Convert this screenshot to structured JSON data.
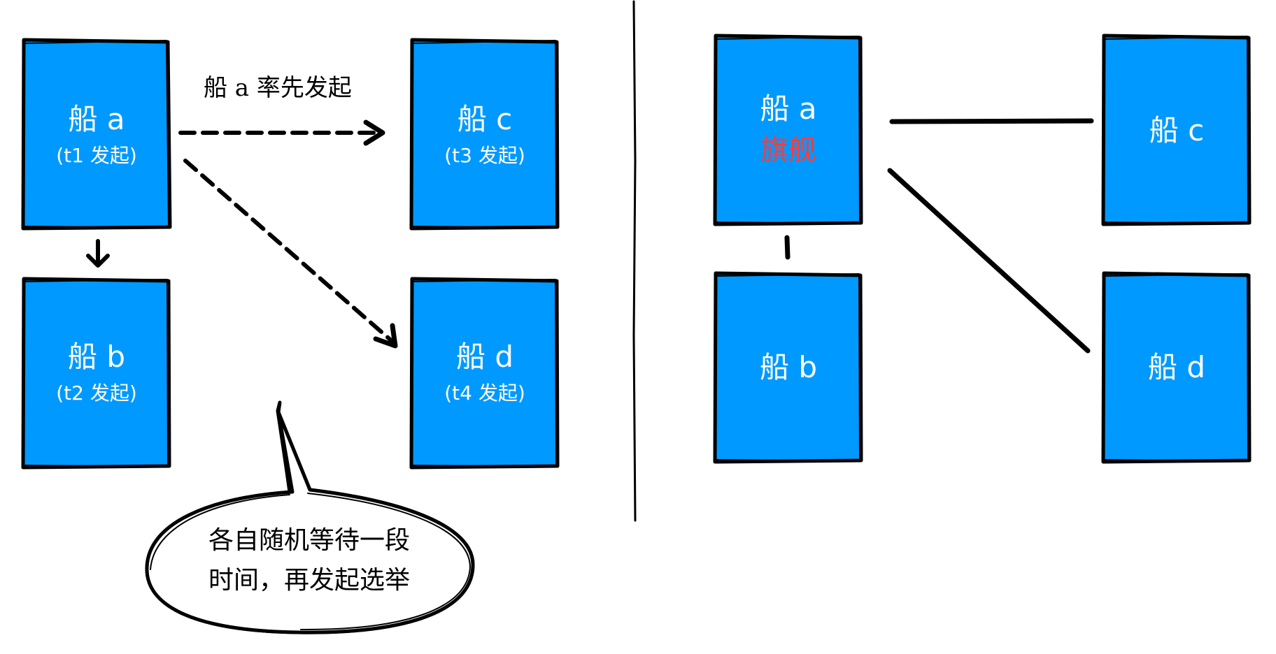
{
  "colors": {
    "box": "#0099ff",
    "flagship_label": "#ff3b3b"
  },
  "left": {
    "ships": {
      "a": {
        "name": "船 a",
        "sub": "(t1 发起)"
      },
      "b": {
        "name": "船 b",
        "sub": "(t2 发起)"
      },
      "c": {
        "name": "船 c",
        "sub": "(t3 发起)"
      },
      "d": {
        "name": "船 d",
        "sub": "(t4 发起)"
      }
    },
    "arrow_label": "船 a 率先发起",
    "bubble": {
      "line1": "各自随机等待一段",
      "line2": "时间，再发起选举"
    }
  },
  "right": {
    "ships": {
      "a": {
        "name": "船 a",
        "role": "旗舰"
      },
      "b": {
        "name": "船 b"
      },
      "c": {
        "name": "船 c"
      },
      "d": {
        "name": "船 d"
      }
    }
  }
}
